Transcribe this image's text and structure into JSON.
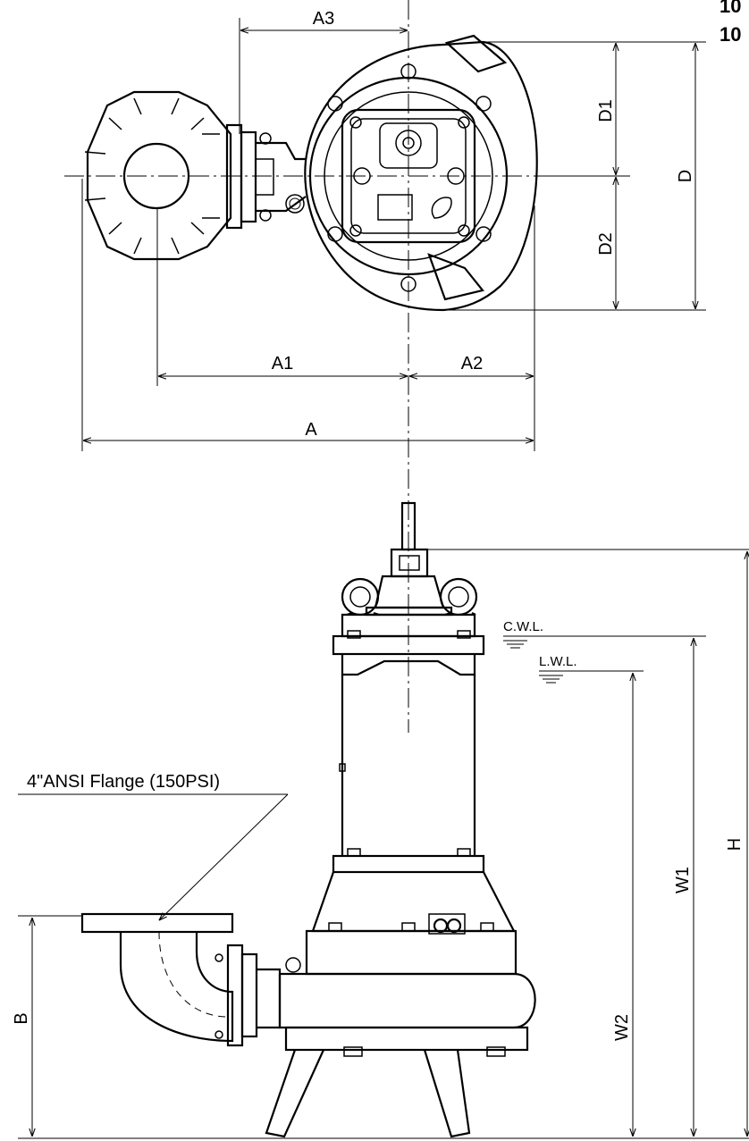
{
  "header": {
    "model_line_1": "10",
    "model_line_2": "10"
  },
  "plan_view": {
    "dim_A": "A",
    "dim_A1": "A1",
    "dim_A2": "A2",
    "dim_A3": "A3",
    "dim_D": "D",
    "dim_D1": "D1",
    "dim_D2": "D2"
  },
  "side_view": {
    "flange_note": "4\"ANSI Flange (150PSI)",
    "cwl_label": "C.W.L.",
    "lwl_label": "L.W.L.",
    "dim_H": "H",
    "dim_W1": "W1",
    "dim_W2": "W2",
    "dim_B": "B"
  }
}
